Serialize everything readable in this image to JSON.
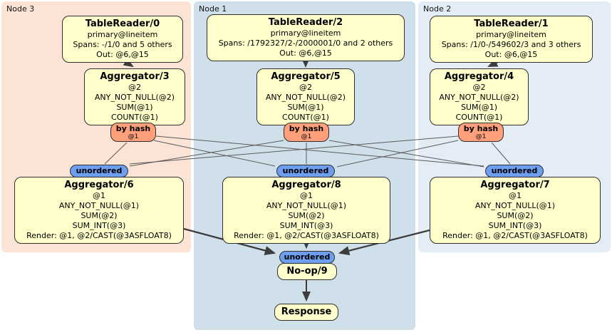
{
  "nodes": [
    {
      "label": "Node 3",
      "table_reader": {
        "title": "TableReader/0",
        "index": "primary@lineitem",
        "spans": "Spans: -/1/0 and 5 others",
        "out": "Out: @6,@15"
      },
      "hash_aggregator": {
        "title": "Aggregator/3",
        "lines": [
          "@2",
          "ANY_NOT_NULL(@2)",
          "SUM(@1)",
          "COUNT(@1)"
        ]
      },
      "router": {
        "label": "by hash",
        "key": "@1"
      },
      "sync": {
        "label": "unordered"
      },
      "final_aggregator": {
        "title": "Aggregator/6",
        "lines": [
          "@1",
          "ANY_NOT_NULL(@1)",
          "SUM(@2)",
          "SUM_INT(@3)",
          "Render: @1, @2/CAST(@3ASFLOAT8)"
        ]
      }
    },
    {
      "label": "Node 1",
      "table_reader": {
        "title": "TableReader/2",
        "index": "primary@lineitem",
        "spans": "Spans: /1792327/2-/2000001/0 and 2 others",
        "out": "Out: @6,@15"
      },
      "hash_aggregator": {
        "title": "Aggregator/5",
        "lines": [
          "@2",
          "ANY_NOT_NULL(@2)",
          "SUM(@1)",
          "COUNT(@1)"
        ]
      },
      "router": {
        "label": "by hash",
        "key": "@1"
      },
      "sync": {
        "label": "unordered"
      },
      "final_aggregator": {
        "title": "Aggregator/8",
        "lines": [
          "@1",
          "ANY_NOT_NULL(@1)",
          "SUM(@2)",
          "SUM_INT(@3)",
          "Render: @1, @2/CAST(@3ASFLOAT8)"
        ]
      }
    },
    {
      "label": "Node 2",
      "table_reader": {
        "title": "TableReader/1",
        "index": "primary@lineitem",
        "spans": "Spans: /1/0-/549602/3 and 3 others",
        "out": "Out: @6,@15"
      },
      "hash_aggregator": {
        "title": "Aggregator/4",
        "lines": [
          "@2",
          "ANY_NOT_NULL(@2)",
          "SUM(@1)",
          "COUNT(@1)"
        ]
      },
      "router": {
        "label": "by hash",
        "key": "@1"
      },
      "sync": {
        "label": "unordered"
      },
      "final_aggregator": {
        "title": "Aggregator/7",
        "lines": [
          "@1",
          "ANY_NOT_NULL(@1)",
          "SUM(@2)",
          "SUM_INT(@3)",
          "Render: @1, @2/CAST(@3ASFLOAT8)"
        ]
      }
    }
  ],
  "output": {
    "sync": {
      "label": "unordered"
    },
    "noop_title": "No-op/9",
    "response_title": "Response"
  },
  "colors": {
    "node3_bg": "#fbe3d6",
    "node1_bg": "#cfe0eb",
    "node2_bg": "#e4edf6",
    "processor_bg": "#ffffcc",
    "router_bg": "#ffa07a",
    "sync_bg": "#6d9ef0",
    "edge": "#3d3d3d"
  }
}
